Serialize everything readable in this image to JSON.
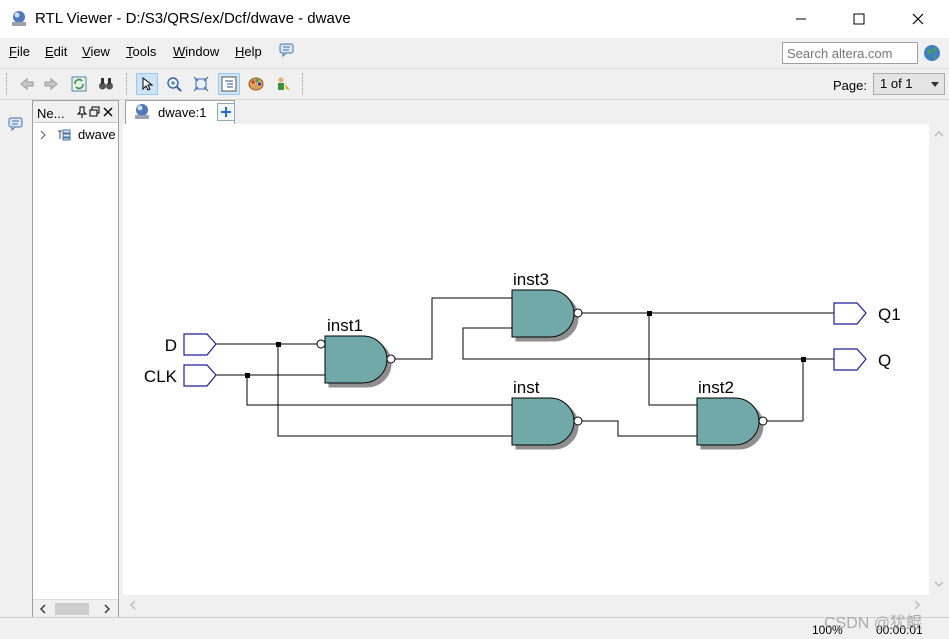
{
  "window": {
    "title": "RTL Viewer - D:/S3/QRS/ex/Dcf/dwave - dwave",
    "minimize_icon": "minimize-icon",
    "maximize_icon": "maximize-icon",
    "close_icon": "close-icon"
  },
  "menu": {
    "items": [
      {
        "label": "File",
        "accel": "F"
      },
      {
        "label": "Edit",
        "accel": "E"
      },
      {
        "label": "View",
        "accel": "V"
      },
      {
        "label": "Tools",
        "accel": "T"
      },
      {
        "label": "Window",
        "accel": "W"
      },
      {
        "label": "Help",
        "accel": "H"
      }
    ]
  },
  "search": {
    "placeholder": "Search altera.com"
  },
  "toolbar": {
    "page_label": "Page:",
    "page_value": "1 of 1"
  },
  "navigator": {
    "title": "Ne...",
    "tree_item": "dwave"
  },
  "tabs": [
    {
      "label": "dwave:1"
    }
  ],
  "schematic": {
    "inputs": [
      {
        "name": "D"
      },
      {
        "name": "CLK"
      }
    ],
    "outputs": [
      {
        "name": "Q1"
      },
      {
        "name": "Q"
      }
    ],
    "instances": [
      {
        "name": "inst1"
      },
      {
        "name": "inst3"
      },
      {
        "name": "inst"
      },
      {
        "name": "inst2"
      }
    ],
    "gate_color": "#6fa9a8",
    "wire_color": "#000000",
    "port_color": "#1e1e9a"
  },
  "status": {
    "zoom": "100%",
    "time": "00:00:01"
  },
  "watermark": "CSDN @犹鲲"
}
